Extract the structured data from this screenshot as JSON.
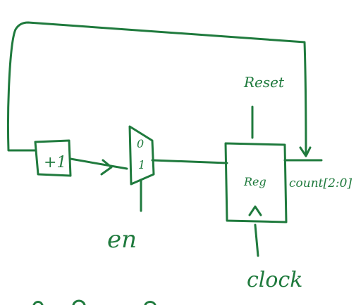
{
  "diagram": {
    "ink_color": "#1f7a3d",
    "adder": {
      "label": "+1"
    },
    "mux": {
      "input_0": "0",
      "input_1": "1"
    },
    "enable_label": "en",
    "register": {
      "label": "Reg"
    },
    "reset_label": "Reset",
    "clock_label": "clock",
    "output_label": "count[2:0]"
  }
}
